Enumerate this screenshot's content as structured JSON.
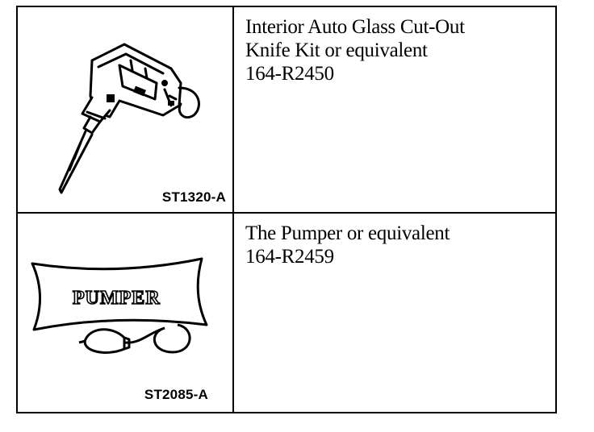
{
  "rows": [
    {
      "lines": [
        "Interior Auto Glass Cut-Out",
        "Knife Kit or equivalent",
        "164-R2450"
      ],
      "figure_code": "ST1320-A",
      "illustration_icon": "glass-cut-out-knife-icon"
    },
    {
      "lines": [
        "The Pumper or equivalent",
        "164-R2459"
      ],
      "figure_code": "ST2085-A",
      "illustration_icon": "pumper-air-bag-icon",
      "illustration_text": "PUMPER"
    }
  ]
}
